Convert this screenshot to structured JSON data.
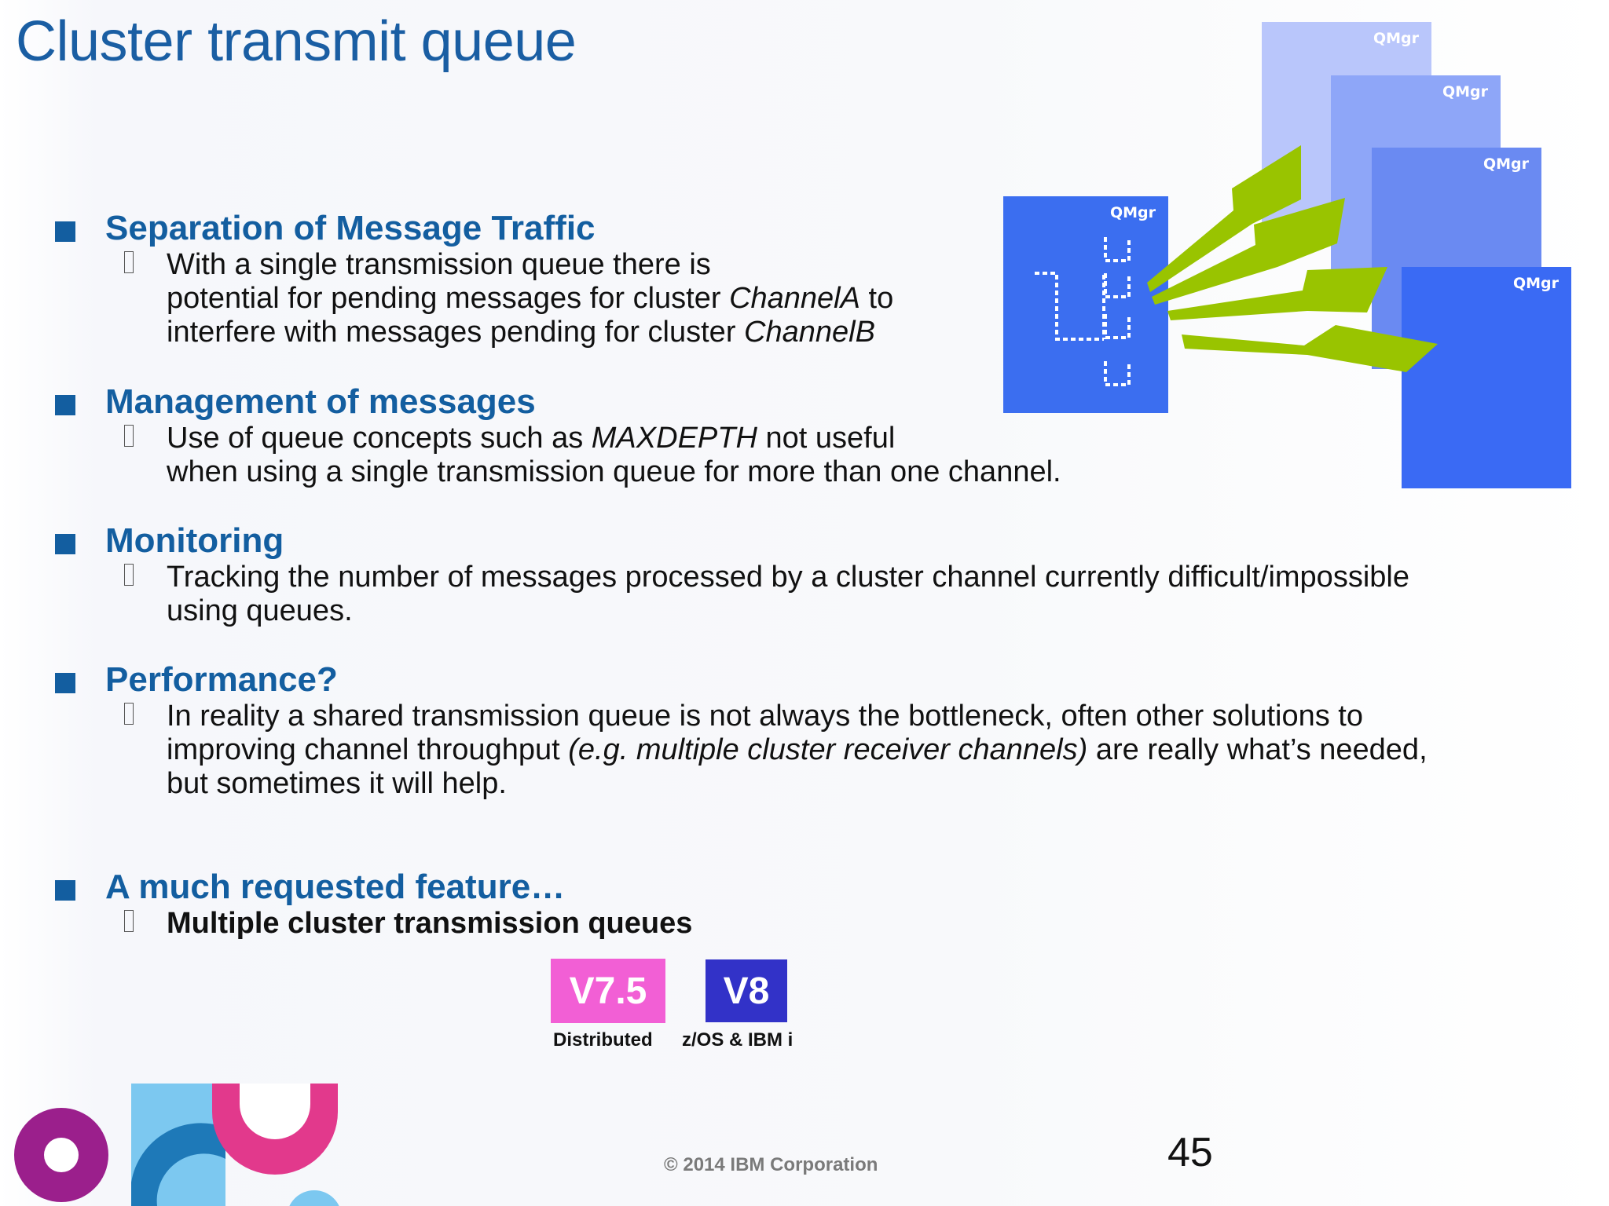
{
  "slide": {
    "title": "Cluster transmit queue",
    "bullets": [
      {
        "heading": "Separation of Message Traffic",
        "sub_lines": [
          {
            "parts": [
              {
                "t": "With a single transmission queue there is"
              }
            ]
          },
          {
            "parts": [
              {
                "t": "potential for pending messages for cluster "
              },
              {
                "t": "ChannelA",
                "i": true
              },
              {
                "t": " to"
              }
            ]
          },
          {
            "parts": [
              {
                "t": "interfere with messages pending for cluster "
              },
              {
                "t": "ChannelB",
                "i": true
              }
            ]
          }
        ]
      },
      {
        "heading": "Management of messages",
        "sub_lines": [
          {
            "parts": [
              {
                "t": "Use of queue concepts such as "
              },
              {
                "t": "MAXDEPTH",
                "i": true
              },
              {
                "t": " not useful"
              }
            ]
          },
          {
            "parts": [
              {
                "t": "when using a single transmission queue for more than one channel."
              }
            ]
          }
        ]
      },
      {
        "heading": "Monitoring",
        "sub_lines": [
          {
            "parts": [
              {
                "t": "Tracking the number of messages processed by a cluster channel currently difficult/impossible"
              }
            ]
          },
          {
            "parts": [
              {
                "t": "using queues."
              }
            ]
          }
        ]
      },
      {
        "heading": "Performance?",
        "sub_lines": [
          {
            "parts": [
              {
                "t": "In reality a shared transmission queue is not always the bottleneck, often other solutions to"
              }
            ]
          },
          {
            "parts": [
              {
                "t": "improving channel throughput "
              },
              {
                "t": "(e.g. multiple cluster receiver channels)",
                "i": true
              },
              {
                "t": " are really what’s needed,"
              }
            ]
          },
          {
            "parts": [
              {
                "t": "but sometimes it will help."
              }
            ]
          }
        ]
      },
      {
        "heading": "A much requested feature…",
        "sub_lines": [
          {
            "parts": [
              {
                "t": "Multiple cluster transmission queues",
                "b": true
              }
            ]
          }
        ]
      }
    ],
    "diagram": {
      "qmgr_label": "QMgr",
      "colors": {
        "main_box": "#3b6ef0",
        "box1": "#b9c6fb",
        "box2": "#8ea6f8",
        "box3": "#6a8af2",
        "box4": "#3a6af4",
        "arrow": "#99c400"
      }
    },
    "badges": [
      {
        "label": "V7.5",
        "caption": "Distributed",
        "color": "#f25fd5"
      },
      {
        "label": "V8",
        "caption": "z/OS &  IBM i",
        "color": "#3232c8"
      }
    ],
    "footer": {
      "copyright": "© 2014 IBM Corporation",
      "page_number": "45"
    },
    "logo_colors": [
      "#9b1f8c",
      "#7cc8f0",
      "#1e79b8",
      "#e2398c",
      "#1c5aa6"
    ]
  }
}
